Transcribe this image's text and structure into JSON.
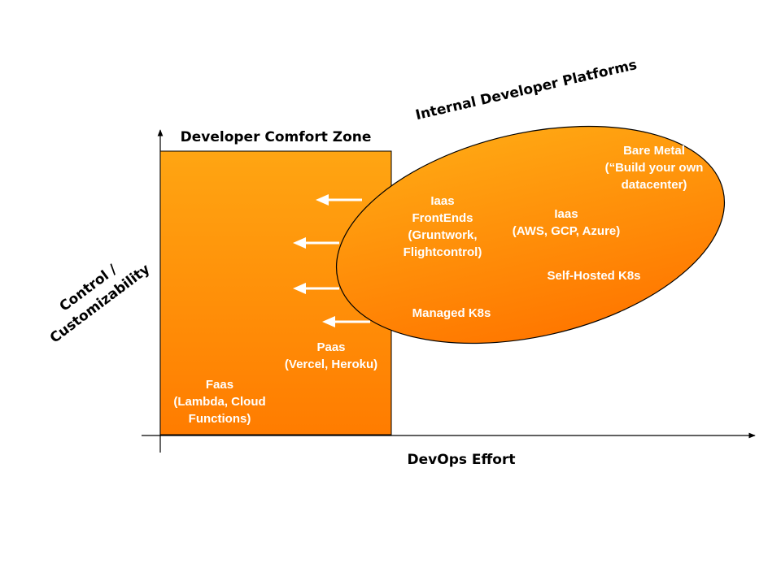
{
  "comfort_zone": {
    "title": "Developer Comfort Zone"
  },
  "platforms": {
    "title": "Internal Developer Platforms"
  },
  "axes": {
    "x_label": "DevOps Effort",
    "y_label_line1": "Control /",
    "y_label_line2": "Customizability"
  },
  "items": {
    "faas": [
      "Faas",
      "(Lambda, Cloud",
      "Functions)"
    ],
    "paas": [
      "Paas",
      "(Vercel, Heroku)"
    ],
    "managed_k8s": [
      "Managed K8s"
    ],
    "iaas_frontends": [
      "Iaas",
      "FrontEnds",
      "(Gruntwork,",
      "Flightcontrol)"
    ],
    "iaas": [
      "Iaas",
      "(AWS, GCP, Azure)"
    ],
    "self_hosted_k8s": [
      "Self-Hosted K8s"
    ],
    "bare_metal": [
      "Bare Metal",
      "(“Build your own",
      "datacenter)"
    ]
  },
  "colors": {
    "orange_light": "#ffa512",
    "orange_dark": "#ff7a00",
    "outline": "#000000",
    "arrow": "#ffffff"
  }
}
